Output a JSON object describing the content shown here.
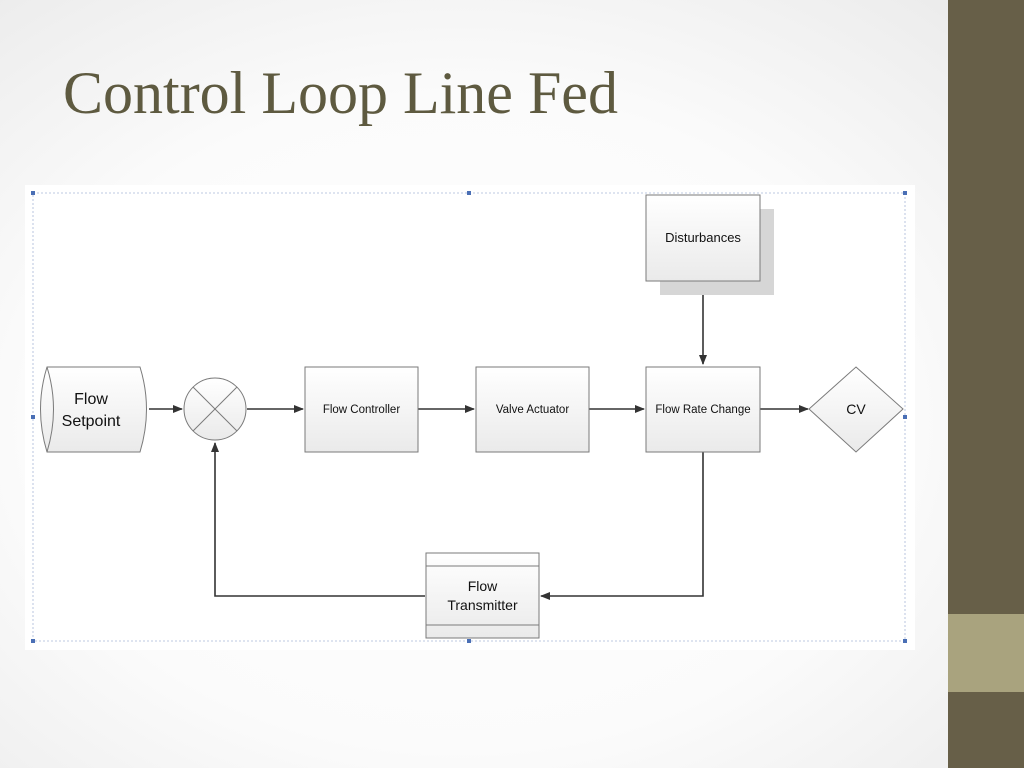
{
  "slide": {
    "title": "Control Loop Line Fed"
  },
  "diagram": {
    "nodes": {
      "setpoint": [
        "Flow",
        "Setpoint"
      ],
      "controller": "Flow Controller",
      "actuator": "Valve Actuator",
      "flow_rate_change": "Flow Rate Change",
      "output": "CV",
      "disturbances": "Disturbances",
      "transmitter": [
        "Flow",
        "Transmitter"
      ]
    }
  },
  "theme": {
    "title_color": "#5e5a40",
    "band_color": "#675f48",
    "accent_color": "#a9a37e"
  }
}
